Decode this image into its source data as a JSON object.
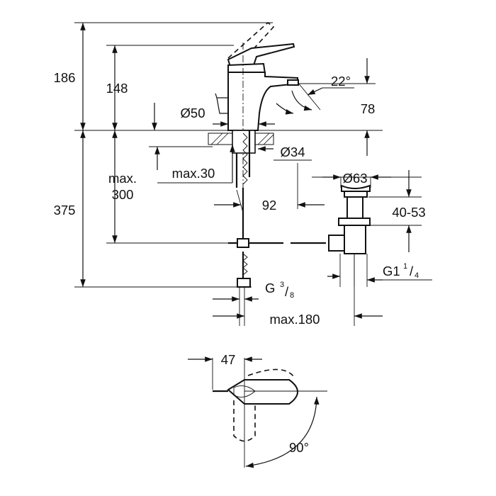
{
  "dimensions": {
    "height_total": "186",
    "height_spout": "148",
    "angle_spout": "22°",
    "spout_drop": "78",
    "base_diameter": "Ø50",
    "hole_diameter": "Ø34",
    "deck_thickness": "max.30",
    "hose_length_label_1": "max.",
    "hose_length_label_2": "300",
    "reach": "92",
    "waste_diameter": "Ø63",
    "waste_range": "40-53",
    "total_height": "375",
    "waste_thread_main": "G1",
    "waste_thread_num": "1",
    "waste_thread_den": "4",
    "supply_thread_main": "G",
    "supply_thread_num": "3",
    "supply_thread_den": "8",
    "waste_offset": "max.180",
    "lever_width": "47",
    "lever_rotation": "90°"
  }
}
